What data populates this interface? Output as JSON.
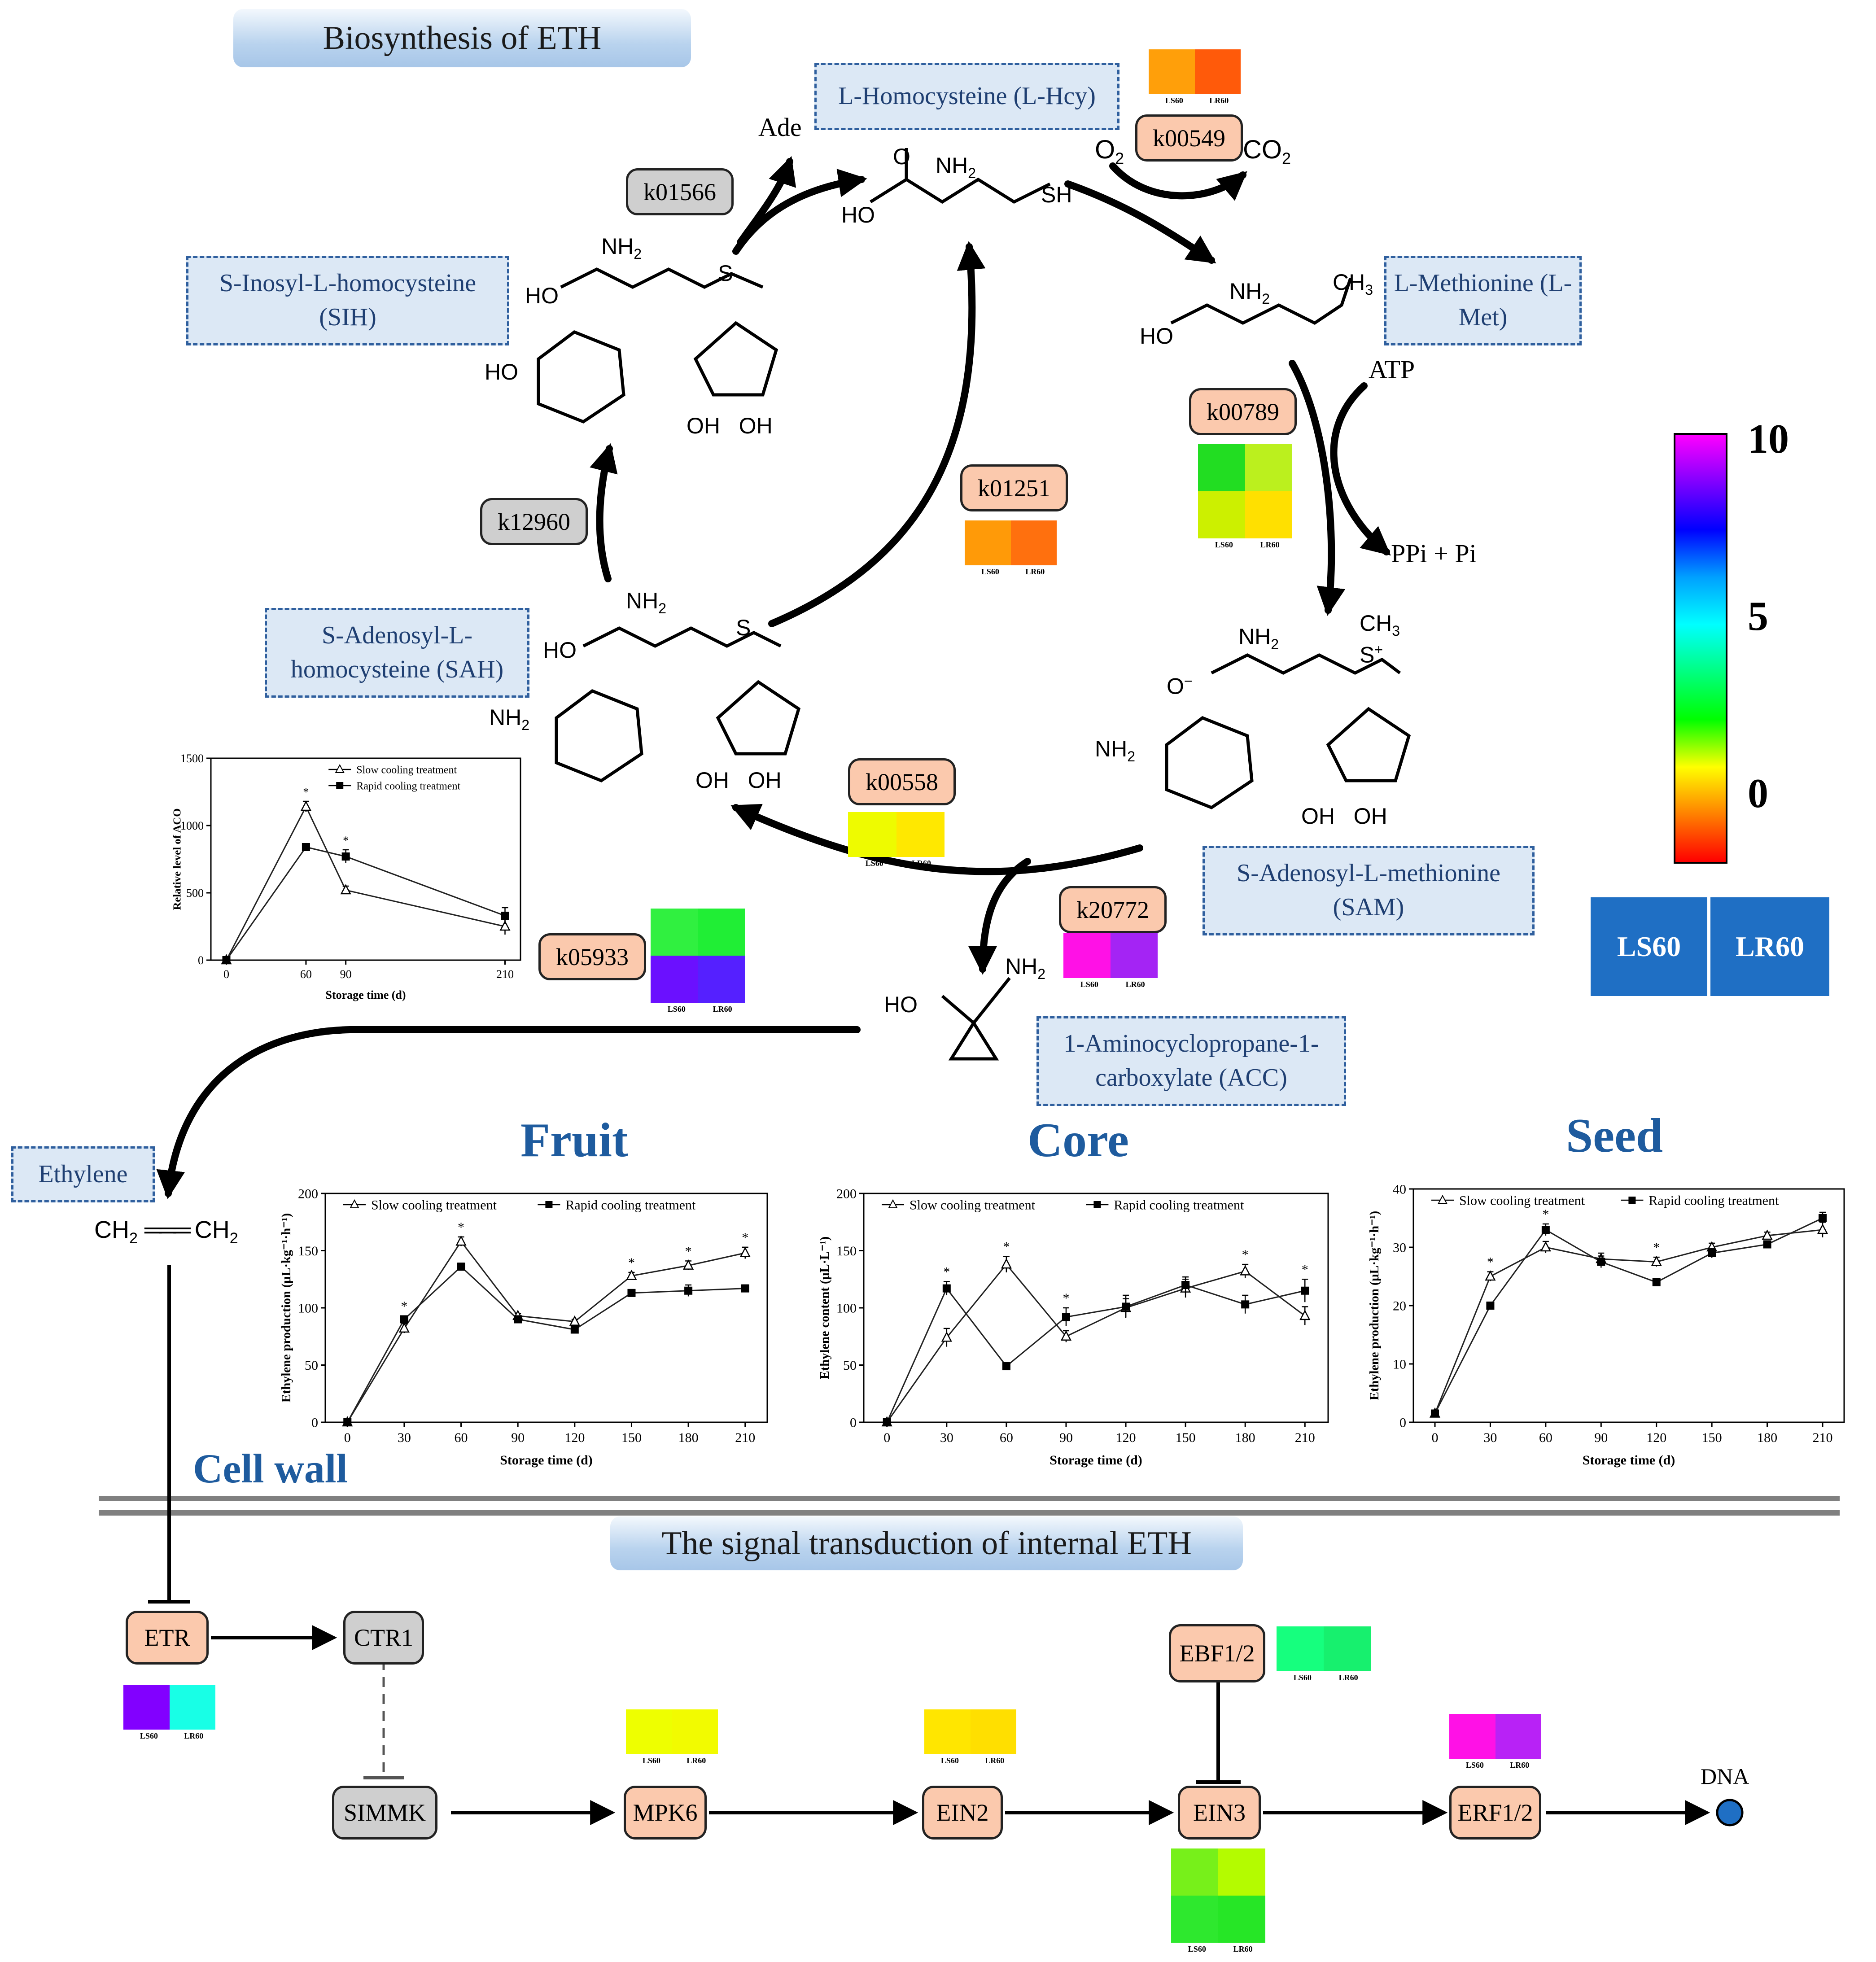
{
  "banners": {
    "biosynthesis": "Biosynthesis of ETH",
    "signal": "The signal transduction  of internal ETH"
  },
  "compounds": {
    "lhcy": "L-Homocysteine (L-Hcy)",
    "sih": "S-Inosyl-L-homocysteine (SIH)",
    "lmet": "L-Methionine (L-Met)",
    "sah": "S-Adenosyl-L-homocysteine (SAH)",
    "sam": "S-Adenosyl-L-methionine (SAM)",
    "acc": "1-Aminocyclopropane-1-carboxylate  (ACC)",
    "ethylene": "Ethylene"
  },
  "kos": {
    "k01566": "k01566",
    "k00549": "k00549",
    "k00789": "k00789",
    "k01251": "k01251",
    "k12960": "k12960",
    "k00558": "k00558",
    "k20772": "k20772",
    "k05933": "k05933"
  },
  "metabolites": {
    "ade": "Ade",
    "o2": "O2",
    "co2": "CO2",
    "atp": "ATP",
    "ppi": "PPi + Pi",
    "ethylene_formula": "CH2 ═══ CH2",
    "dna": "DNA"
  },
  "sections": {
    "fruit": "Fruit",
    "core": "Core",
    "seed": "Seed",
    "cellwall": "Cell wall"
  },
  "genes": {
    "etr": "ETR",
    "ctr1": "CTR1",
    "simmk": "SIMMK",
    "mpk6": "MPK6",
    "ein2": "EIN2",
    "ein3": "EIN3",
    "ebf": "EBF1/2",
    "erf": "ERF1/2"
  },
  "heatmap_labels": {
    "ls": "LS60",
    "lr": "LR60"
  },
  "heatmap_colors": {
    "k00549": [
      "#ff9f0a",
      "#ff5a0a"
    ],
    "k00789": [
      "#22dd22",
      "#bbf01e",
      "#ccf000",
      "#ffe000"
    ],
    "k01251": [
      "#ff9a08",
      "#ff700e"
    ],
    "k00558": [
      "#eefb00",
      "#ffe800"
    ],
    "k20772": [
      "#ff11e6",
      "#a424f4"
    ],
    "k05933": [
      "#30f040",
      "#20ee35",
      "#6b10ff",
      "#5520ff"
    ],
    "etr": [
      "#8200ff",
      "#18ffe6"
    ],
    "mpk6": [
      "#eeff00",
      "#f2fb00"
    ],
    "ein2": [
      "#ffe600",
      "#ffdf00"
    ],
    "ebf": [
      "#16ff7e",
      "#17f06e"
    ],
    "erf": [
      "#ff11e6",
      "#b822f6"
    ],
    "ein3": [
      "#77f01a",
      "#b4fb00",
      "#2ee82e",
      "#26e626"
    ]
  },
  "legend": {
    "colorbar_max": "10",
    "colorbar_mid": "5",
    "colorbar_min": "0",
    "ls_label": "LS60",
    "lr_label": "LR60",
    "colorbar_stops": [
      "#ff00ff",
      "#8000ff",
      "#0000ff",
      "#00a0ff",
      "#00ffff",
      "#00ff80",
      "#00ff00",
      "#ffff00",
      "#ff8000",
      "#ff0000"
    ]
  },
  "chart_data": [
    {
      "id": "aco",
      "type": "line",
      "title": "",
      "xlabel": "Storage time (d)",
      "ylabel": "Relative level of ACO",
      "x": [
        0,
        60,
        90,
        210
      ],
      "xticks": [
        "0",
        "60",
        "90",
        "210"
      ],
      "ylim": [
        0,
        1500
      ],
      "yticks": [
        0,
        500,
        1000,
        1500
      ],
      "series": [
        {
          "name": "Slow cooling treatment",
          "marker": "triangle",
          "values": [
            0,
            1140,
            520,
            250
          ],
          "err": [
            0,
            40,
            30,
            60
          ]
        },
        {
          "name": "Rapid cooling treatment",
          "marker": "square",
          "values": [
            0,
            840,
            770,
            330
          ],
          "err": [
            0,
            20,
            50,
            60
          ]
        }
      ],
      "stars": [
        60,
        90
      ]
    },
    {
      "id": "fruit",
      "type": "line",
      "title": "",
      "xlabel": "Storage time (d)",
      "ylabel": "Ethylene production (μL·kg⁻¹·h⁻¹)",
      "x": [
        0,
        30,
        60,
        90,
        120,
        150,
        180,
        210
      ],
      "xticks": [
        "0",
        "30",
        "60",
        "90",
        "120",
        "150",
        "180",
        "210"
      ],
      "ylim": [
        0,
        200
      ],
      "yticks": [
        0,
        50,
        100,
        150,
        200
      ],
      "series": [
        {
          "name": "Slow cooling treatment",
          "marker": "triangle",
          "values": [
            0,
            82,
            158,
            93,
            88,
            128,
            137,
            148
          ],
          "err": [
            0,
            4,
            4,
            2,
            2,
            3,
            4,
            5
          ]
        },
        {
          "name": "Rapid cooling treatment",
          "marker": "square",
          "values": [
            0,
            90,
            136,
            90,
            81,
            113,
            115,
            117
          ],
          "err": [
            0,
            3,
            3,
            2,
            2,
            3,
            5,
            3
          ]
        }
      ],
      "stars": [
        30,
        60,
        150,
        180,
        210
      ]
    },
    {
      "id": "core",
      "type": "line",
      "title": "",
      "xlabel": "Storage time (d)",
      "ylabel": "Ethylene content (μL·L⁻¹)",
      "x": [
        0,
        30,
        60,
        90,
        120,
        150,
        180,
        210
      ],
      "xticks": [
        "0",
        "30",
        "60",
        "90",
        "120",
        "150",
        "180",
        "210"
      ],
      "ylim": [
        0,
        200
      ],
      "yticks": [
        0,
        50,
        100,
        150,
        200
      ],
      "series": [
        {
          "name": "Slow cooling treatment",
          "marker": "triangle",
          "values": [
            0,
            74,
            138,
            75,
            100,
            117,
            132,
            93
          ],
          "err": [
            0,
            8,
            7,
            5,
            8,
            8,
            6,
            8
          ]
        },
        {
          "name": "Rapid cooling treatment",
          "marker": "square",
          "values": [
            0,
            117,
            49,
            92,
            101,
            120,
            103,
            115
          ],
          "err": [
            0,
            6,
            3,
            8,
            10,
            7,
            8,
            10
          ]
        }
      ],
      "stars": [
        30,
        60,
        90,
        180,
        210
      ]
    },
    {
      "id": "seed",
      "type": "line",
      "title": "",
      "xlabel": "Storage time (d)",
      "ylabel": "Ethylene production (μL·kg⁻¹·h⁻¹)",
      "x": [
        0,
        30,
        60,
        90,
        120,
        150,
        180,
        210
      ],
      "xticks": [
        "0",
        "30",
        "60",
        "90",
        "120",
        "150",
        "180",
        "210"
      ],
      "ylim": [
        0,
        40
      ],
      "yticks": [
        0,
        10,
        20,
        30,
        40
      ],
      "series": [
        {
          "name": "Slow cooling treatment",
          "marker": "triangle",
          "values": [
            1.5,
            25,
            30,
            28,
            27.5,
            30,
            32,
            33
          ],
          "err": [
            0,
            0.8,
            1,
            1,
            0.8,
            0.7,
            0.6,
            1.3
          ]
        },
        {
          "name": "Rapid cooling treatment",
          "marker": "square",
          "values": [
            1.5,
            20,
            33,
            27.5,
            24,
            29,
            30.5,
            35
          ],
          "err": [
            0,
            0.6,
            1,
            1,
            0.6,
            0.8,
            0.6,
            1
          ]
        }
      ],
      "stars": [
        30,
        60,
        120
      ]
    }
  ]
}
